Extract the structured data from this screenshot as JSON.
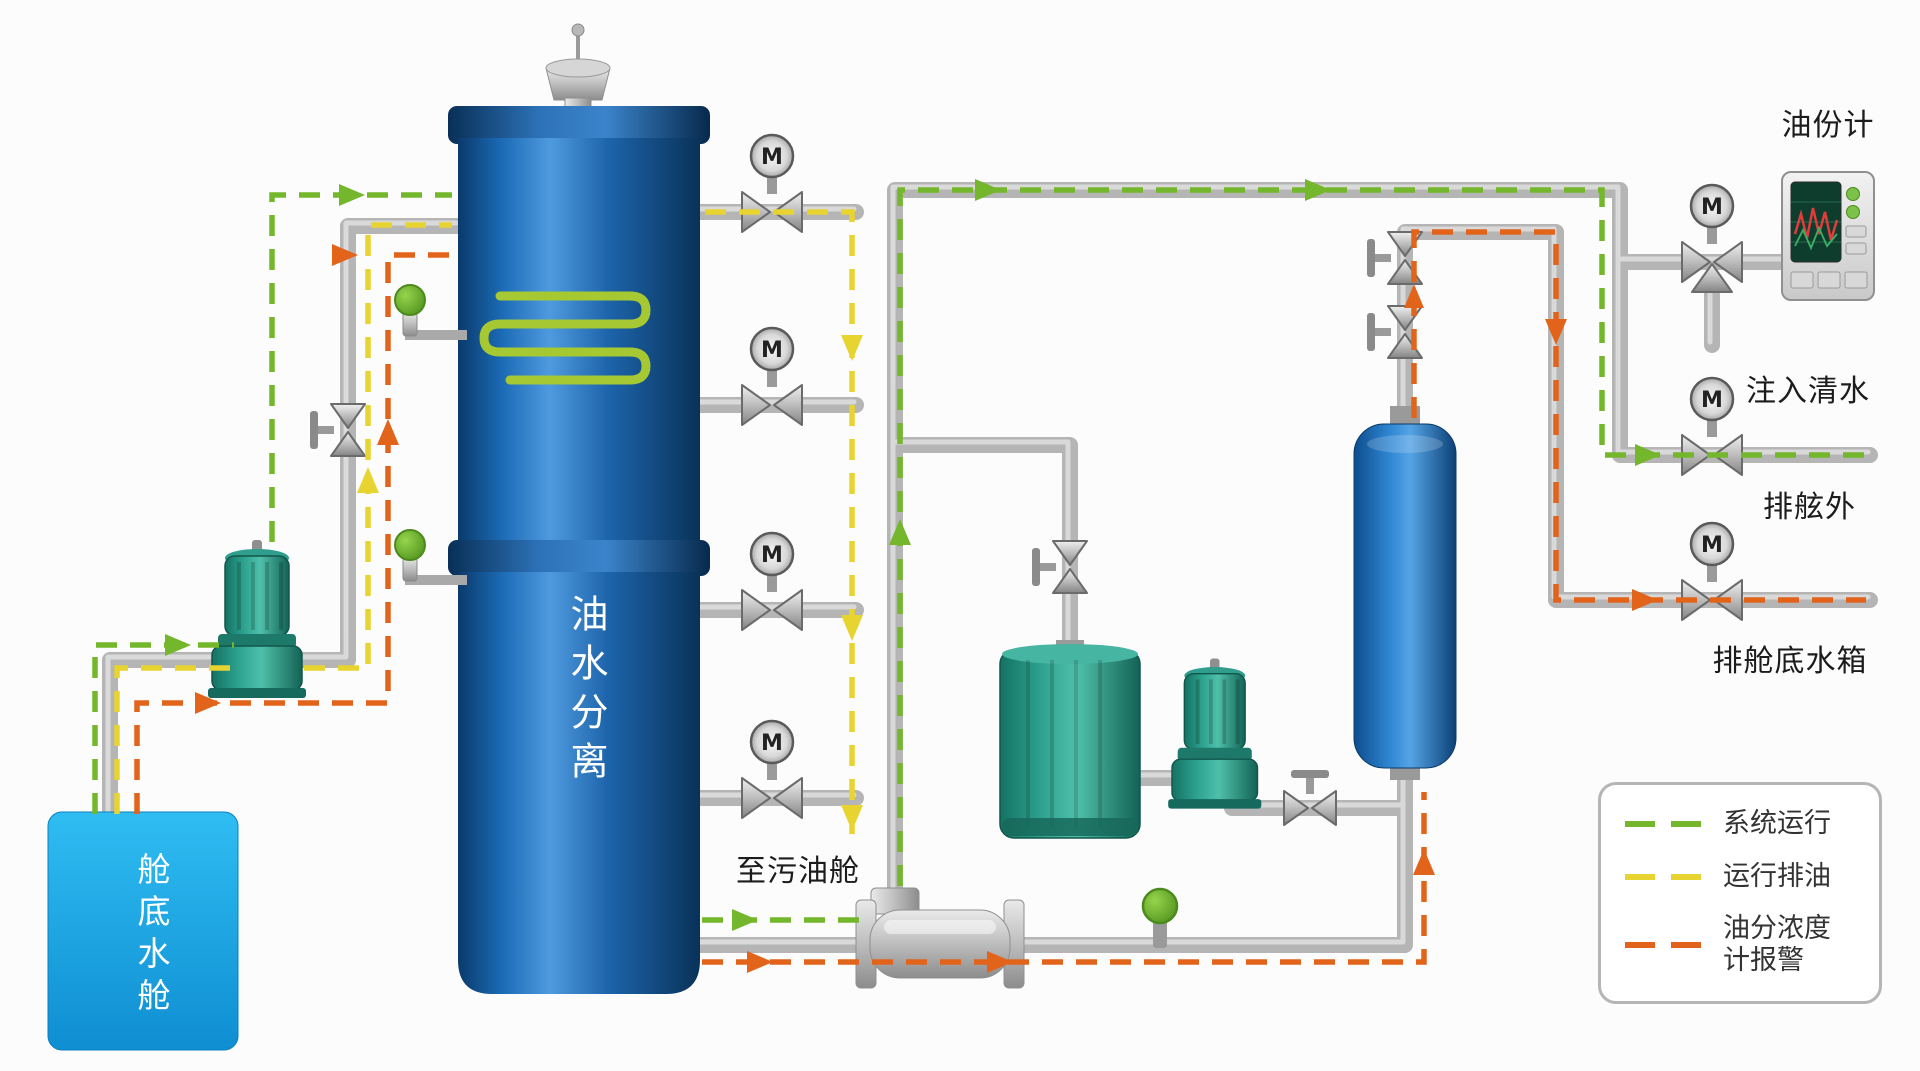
{
  "diagram": {
    "type": "process-flow",
    "equipment": {
      "bilge_tank_label": "舱底水舱",
      "separator_label": "油水分离",
      "motor_valve_letter": "M"
    },
    "destinations": {
      "sludge_tank": "至污油舱",
      "oil_meter": "油份计",
      "clean_water": "注入清水",
      "overboard": "排舷外",
      "bilge_box": "排舱底水箱"
    },
    "legend": {
      "items": [
        {
          "name": "system-running",
          "color": "#74b62c",
          "label": "系统运行"
        },
        {
          "name": "running-oil-discharge",
          "color": "#e8d430",
          "label": "运行排油"
        },
        {
          "name": "oil-concentration-alarm",
          "color": "#e2641b",
          "label": "油分浓度计报警"
        }
      ]
    },
    "colors": {
      "flow_system": "#74b62c",
      "flow_oil": "#e8d430",
      "flow_alarm": "#e2641b",
      "pipe": "#b5b5b5",
      "tank_blue": "#1c9fe0",
      "vessel_blue": "#1a5fa8",
      "equipment_teal": "#2aa08e"
    }
  }
}
